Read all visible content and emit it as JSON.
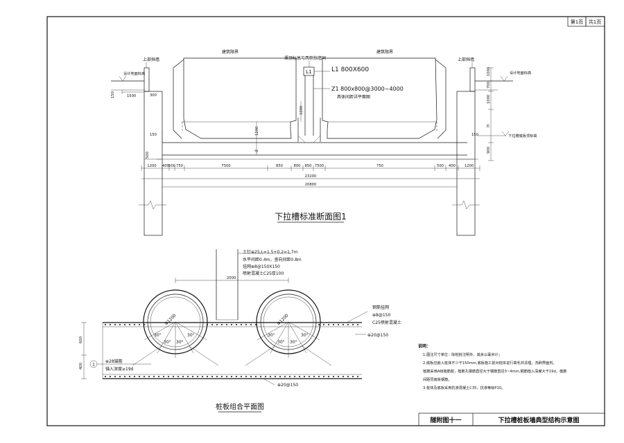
{
  "sheet": {
    "page_label": "第1页",
    "total_label": "共1页",
    "title_block_left": "隧附图十一",
    "title_block_right": "下拉槽桩板墙典型结构示意图"
  },
  "section": {
    "title": "下拉槽标准断面图1",
    "labels": {
      "top_wall_left": "上部挡墙",
      "top_wall_right": "上部挡墙",
      "building_limit_left": "建筑限界",
      "building_limit_right": "建筑限界",
      "center_note": "渠顶标高与两侧挡墙同",
      "ground_left": "设计地面标高",
      "ground_right": "设计地面标高",
      "bottom_right": "下拉槽底板顶标高",
      "beam": "L1 800X600",
      "column": "Z1 800x800@3000~4000",
      "column_note": "具体间距详平面图",
      "beam_tag": "L1",
      "h_label": "H",
      "d_label": "d"
    },
    "dims": {
      "d1500": "1500",
      "d300": "300",
      "d150_left": "150",
      "d150_a": "150",
      "d500_left": "500",
      "d150_right": "150",
      "d1000_top": "1000",
      "d700": "700",
      "d1000_mid": "1000",
      "d900": "900",
      "d1200_mid": "1200",
      "d1000_center": "1000",
      "bottom": [
        "1200",
        "400",
        "500",
        "750",
        "7500",
        "850",
        "800",
        "850",
        "7500",
        "750",
        "500",
        "400",
        "1200"
      ],
      "total1": "23200",
      "total2": "20800"
    }
  },
  "plan": {
    "title": "桩板组合平面图",
    "callouts": {
      "top_bolt": "土钉⊕25,L=1.5+0.2=1.7m",
      "spacing": "水平间距0.4m，竖向间距0.8m",
      "mesh": "挂网⊕8@150X150",
      "shotcrete": "喷射混凝土C25厚100",
      "d2000": "2000",
      "dia_left": "Φ1200",
      "dia_right": "Φ1200",
      "right_mesh": "钢筋挂网",
      "right_mesh2": "⊕8@150",
      "right_concrete": "C25喷射混凝土",
      "bar_right": "⊕20@150",
      "bar_bottom": "⊕20@150",
      "bar_left": "⊕28锚筋",
      "anchor_depth": "锚入深度≥19d",
      "marker": "1",
      "d600": "600",
      "d400": "400"
    },
    "angles": [
      "30°",
      "30°",
      "30°",
      "30°",
      "30°",
      "30°",
      "30°",
      "30°"
    ]
  },
  "notes": {
    "heading": "说明：",
    "lines": [
      "1.图注尺寸单位：除桩桩注明外，其余以毫米计；",
      "2.底板应嵌入桩体不少于150mm,底板施工前对桩体进行凿毛并清理，洗刷界面剂。",
      "  植筋采用A级植筋胶，植筋孔钢筋直径大于钢筋直径3~4mm,钢筋植入深度大于19d，植筋",
      "  间距同底板钢筋。",
      "3.桩体及底板采用抗渗混凝土C35，抗渗等级P10。"
    ]
  }
}
